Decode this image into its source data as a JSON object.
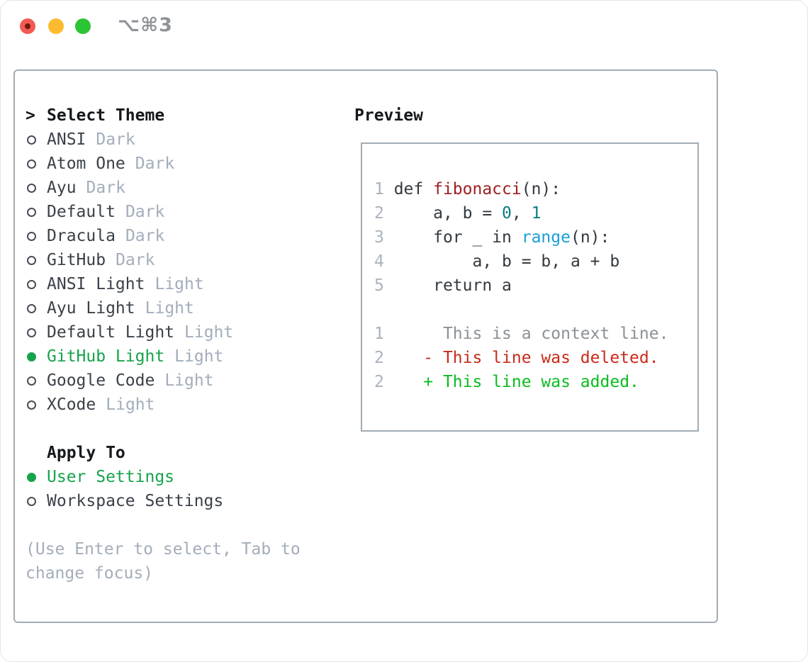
{
  "titlebar": {
    "title": "⌥⌘3",
    "has_unsaved_dot_on_close": true
  },
  "theme_list": {
    "selector_glyph": ">",
    "header": "Select Theme",
    "items": [
      {
        "name": "ANSI",
        "variant": "Dark",
        "selected": false
      },
      {
        "name": "Atom One",
        "variant": "Dark",
        "selected": false
      },
      {
        "name": "Ayu",
        "variant": "Dark",
        "selected": false
      },
      {
        "name": "Default",
        "variant": "Dark",
        "selected": false
      },
      {
        "name": "Dracula",
        "variant": "Dark",
        "selected": false
      },
      {
        "name": "GitHub",
        "variant": "Dark",
        "selected": false
      },
      {
        "name": "ANSI Light",
        "variant": "Light",
        "selected": false
      },
      {
        "name": "Ayu Light",
        "variant": "Light",
        "selected": false
      },
      {
        "name": "Default Light",
        "variant": "Light",
        "selected": false
      },
      {
        "name": "GitHub Light",
        "variant": "Light",
        "selected": true
      },
      {
        "name": "Google Code",
        "variant": "Light",
        "selected": false
      },
      {
        "name": "XCode",
        "variant": "Light",
        "selected": false
      }
    ]
  },
  "apply_to": {
    "header": "Apply To",
    "items": [
      {
        "name": "User Settings",
        "selected": true
      },
      {
        "name": "Workspace Settings",
        "selected": false
      }
    ]
  },
  "hint": "(Use Enter to select, Tab to change focus)",
  "preview": {
    "title": "Preview",
    "code_lines": [
      {
        "segments": [
          [
            "1 ",
            "lineno"
          ],
          [
            "def ",
            "code"
          ],
          [
            "fibonacci",
            "function"
          ],
          [
            "(n):",
            "code"
          ]
        ]
      },
      {
        "segments": [
          [
            "2",
            "lineno"
          ],
          [
            "     a, b = ",
            "code"
          ],
          [
            "0",
            "number"
          ],
          [
            ", ",
            "code"
          ],
          [
            "1",
            "number"
          ]
        ]
      },
      {
        "segments": [
          [
            "3",
            "lineno"
          ],
          [
            "     for _ in ",
            "code"
          ],
          [
            "range",
            "builtin"
          ],
          [
            "(n):",
            "code"
          ]
        ]
      },
      {
        "segments": [
          [
            "4",
            "lineno"
          ],
          [
            "         a, b = b, a + b",
            "code"
          ]
        ]
      },
      {
        "segments": [
          [
            "5",
            "lineno"
          ],
          [
            "     return a",
            "code"
          ]
        ]
      },
      {
        "segments": []
      },
      {
        "segments": [
          [
            "1",
            "lineno"
          ],
          [
            "      This is a context line.",
            "context"
          ]
        ]
      },
      {
        "segments": [
          [
            "2",
            "lineno"
          ],
          [
            "    ",
            "code"
          ],
          [
            "- This line was deleted.",
            "deleted"
          ]
        ]
      },
      {
        "segments": [
          [
            "2",
            "lineno"
          ],
          [
            "    ",
            "code"
          ],
          [
            "+ This line was added.",
            "added"
          ]
        ]
      }
    ]
  },
  "icons": {
    "radio_unselected": "○",
    "radio_selected": "●",
    "selector": ">",
    "traffic_lights": [
      "close",
      "minimize",
      "zoom"
    ]
  },
  "colors": {
    "accent_green": "#16a34a",
    "added_green": "#0abc1f",
    "deleted_red": "#ca2a19",
    "function_red": "#9e1e20",
    "number_teal": "#0d7c80",
    "builtin_blue": "#1a9ed9",
    "code_dark": "#33393f",
    "context_gray": "#8b9197",
    "lineno": "#a9b3be",
    "muted": "#a3adbb",
    "panel_border": "#a3acb5",
    "traffic_red": "#f25a52",
    "traffic_red_dot": "#72170f",
    "traffic_yellow": "#fcbb2e",
    "traffic_green": "#2bc434"
  }
}
